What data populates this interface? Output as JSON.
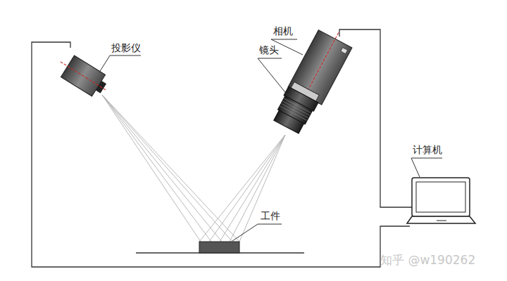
{
  "diagram": {
    "labels": [
      "投影仪",
      "相机",
      "镜头",
      "计算机",
      "工件",
      "知乎 @w190262"
    ]
  }
}
